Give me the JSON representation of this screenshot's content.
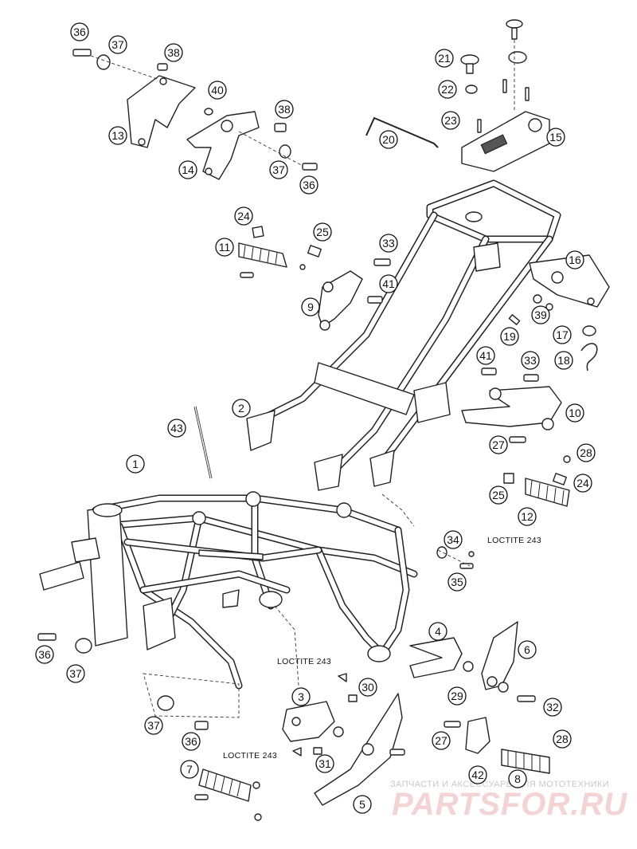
{
  "callouts": [
    {
      "n": "1"
    },
    {
      "n": "2"
    },
    {
      "n": "3"
    },
    {
      "n": "4"
    },
    {
      "n": "5"
    },
    {
      "n": "6"
    },
    {
      "n": "7"
    },
    {
      "n": "8"
    },
    {
      "n": "9"
    },
    {
      "n": "10"
    },
    {
      "n": "11"
    },
    {
      "n": "12"
    },
    {
      "n": "13"
    },
    {
      "n": "14"
    },
    {
      "n": "15"
    },
    {
      "n": "16"
    },
    {
      "n": "17"
    },
    {
      "n": "18"
    },
    {
      "n": "19"
    },
    {
      "n": "20"
    },
    {
      "n": "21"
    },
    {
      "n": "22"
    },
    {
      "n": "23"
    },
    {
      "n": "24"
    },
    {
      "n": "24"
    },
    {
      "n": "25"
    },
    {
      "n": "25"
    },
    {
      "n": "27"
    },
    {
      "n": "27"
    },
    {
      "n": "28"
    },
    {
      "n": "28"
    },
    {
      "n": "29"
    },
    {
      "n": "30"
    },
    {
      "n": "31"
    },
    {
      "n": "32"
    },
    {
      "n": "33"
    },
    {
      "n": "33"
    },
    {
      "n": "34"
    },
    {
      "n": "35"
    },
    {
      "n": "36"
    },
    {
      "n": "36"
    },
    {
      "n": "36"
    },
    {
      "n": "36"
    },
    {
      "n": "37"
    },
    {
      "n": "37"
    },
    {
      "n": "37"
    },
    {
      "n": "37"
    },
    {
      "n": "38"
    },
    {
      "n": "38"
    },
    {
      "n": "39"
    },
    {
      "n": "40"
    },
    {
      "n": "41"
    },
    {
      "n": "41"
    },
    {
      "n": "42"
    },
    {
      "n": "43"
    }
  ],
  "loctite": [
    "LOCTITE 243",
    "LOCTITE 243",
    "LOCTITE 243"
  ],
  "watermark": {
    "tagline": "ЗАПЧАСТИ И АКСЕССУАРЫ ДЛЯ МОТОТЕХНИКИ",
    "brand": "PARTSFOR.RU"
  }
}
